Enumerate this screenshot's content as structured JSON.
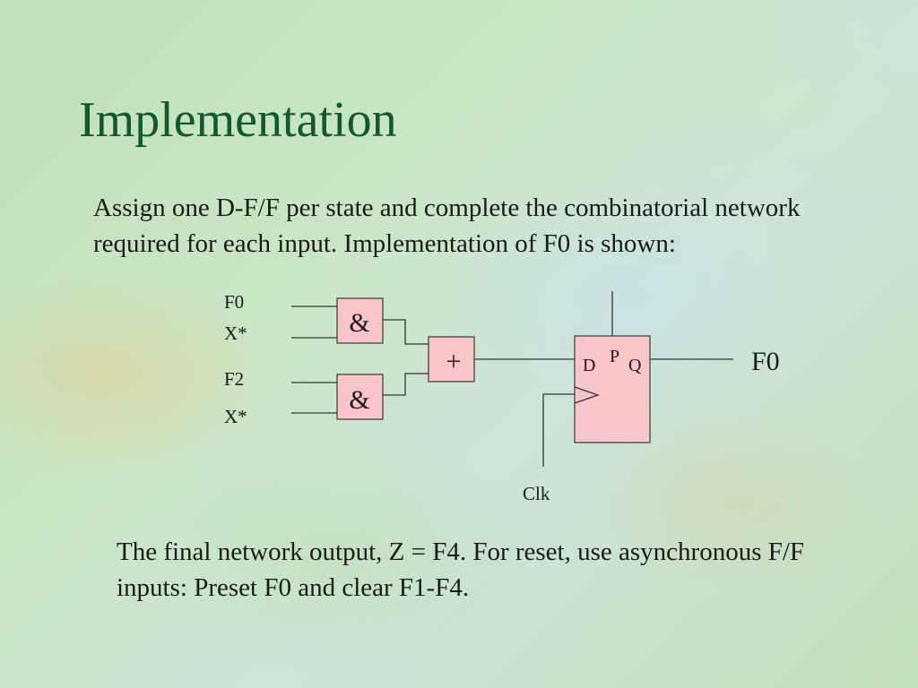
{
  "slide": {
    "title": "Implementation",
    "intro": "Assign one D-F/F per state and complete the combinatorial network required for each input. Implementation of F0 is shown:",
    "note": "The final network output, Z = F4. For reset, use asynchronous F/F inputs: Preset F0 and clear F1-F4."
  },
  "diagram": {
    "input_1": "F0",
    "input_2": "X*",
    "input_3": "F2",
    "input_4": "X*",
    "and_1": "&",
    "and_2": "&",
    "or_gate": "+",
    "ff_d": "D",
    "ff_p": "P",
    "ff_q": "Q",
    "output": "F0",
    "clock": "Clk"
  }
}
